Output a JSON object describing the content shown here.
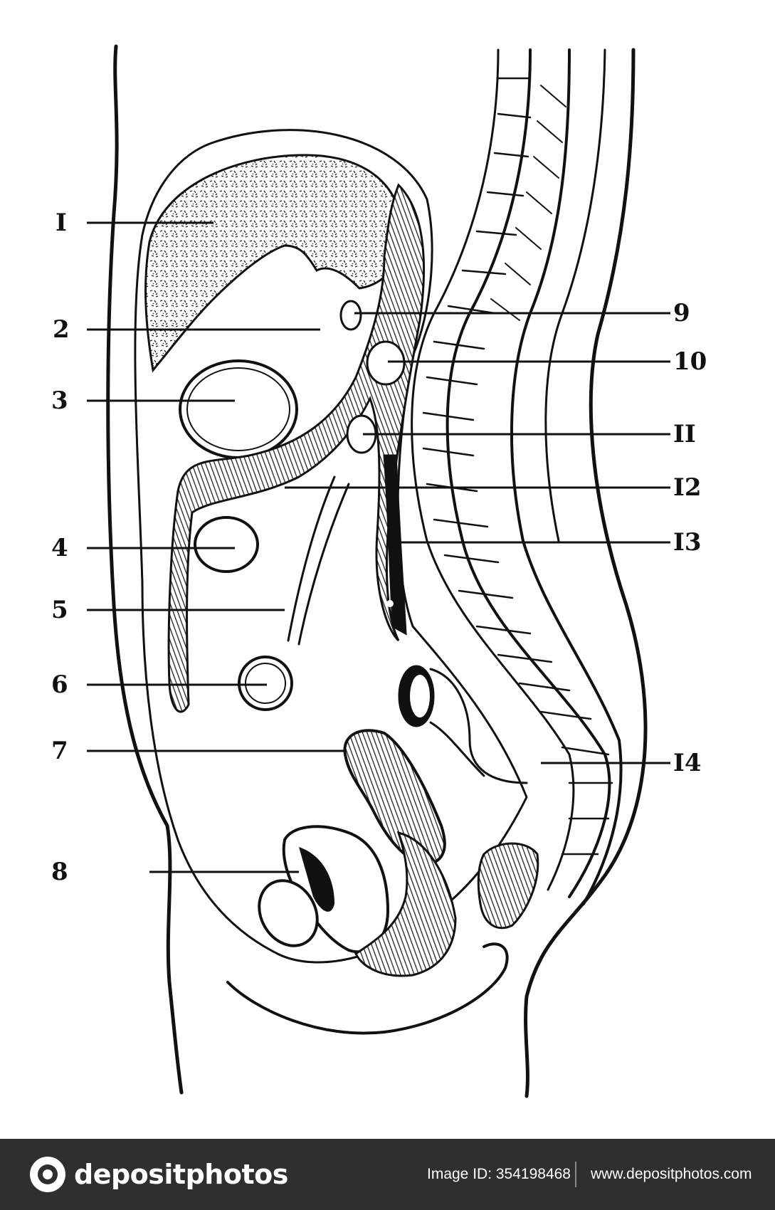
{
  "labels_left": [
    "I",
    "2",
    "3",
    "4",
    "5",
    "6",
    "7",
    "8"
  ],
  "labels_right": [
    "9",
    "10",
    "II",
    "I2",
    "I3",
    "I4"
  ],
  "footer": {
    "brand": "depositphotos",
    "image_id": "Image ID: 354198468",
    "url": "www.depositphotos.com"
  },
  "watermark": "depositphotos",
  "colors": {
    "ink": "#111111",
    "footer_bg": "#2f2f2f",
    "paper": "#ffffff"
  }
}
